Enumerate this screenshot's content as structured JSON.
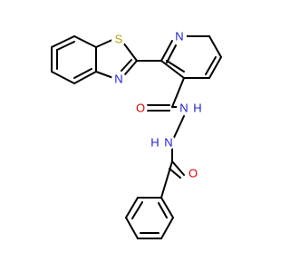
{
  "molecule": {
    "atom_labels": {
      "s": "S",
      "n_thiazole": "N",
      "n_pyridine": "N",
      "o_amide1": "O",
      "nh_1": "N",
      "h_1": "H",
      "nh_2": "N",
      "h_2": "H",
      "o_amide2": "O"
    },
    "colors": {
      "bond": "#000000",
      "sulfur": "#b8a000",
      "nitrogen": "#1f1fd6",
      "oxygen": "#e00000"
    }
  }
}
